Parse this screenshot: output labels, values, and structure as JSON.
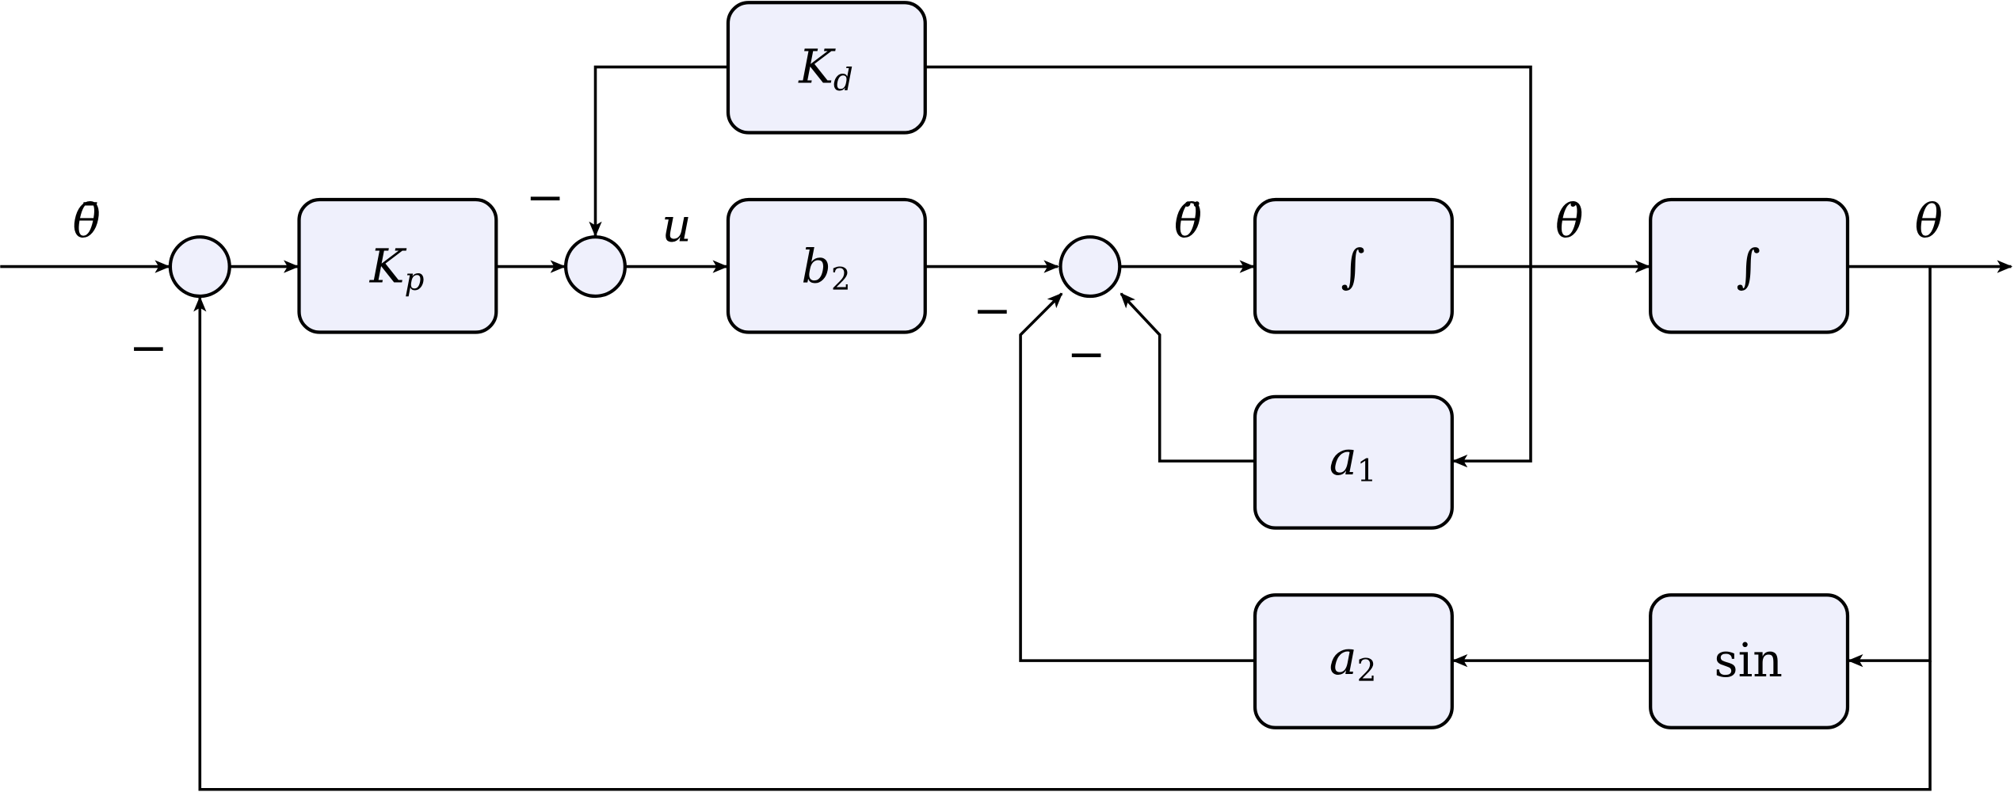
{
  "blocks": {
    "kp": "K",
    "kp_sub": "p",
    "kd": "K",
    "kd_sub": "d",
    "b2": "b",
    "b2_sub": "2",
    "int1": "∫",
    "int2": "∫",
    "a1": "a",
    "a1_sub": "1",
    "a2": "a",
    "a2_sub": "2",
    "sin": "sin"
  },
  "signals": {
    "reference": "θ̄",
    "control": "u",
    "acceleration": "θ̈",
    "velocity": "θ̇",
    "output": "θ"
  },
  "signs": {
    "sum1_feedback": "−",
    "sum2_derivative": "−",
    "sum3_a2": "−",
    "sum3_a1": "−"
  },
  "colors": {
    "block_fill": "#eff0fc",
    "stroke": "#000000"
  }
}
